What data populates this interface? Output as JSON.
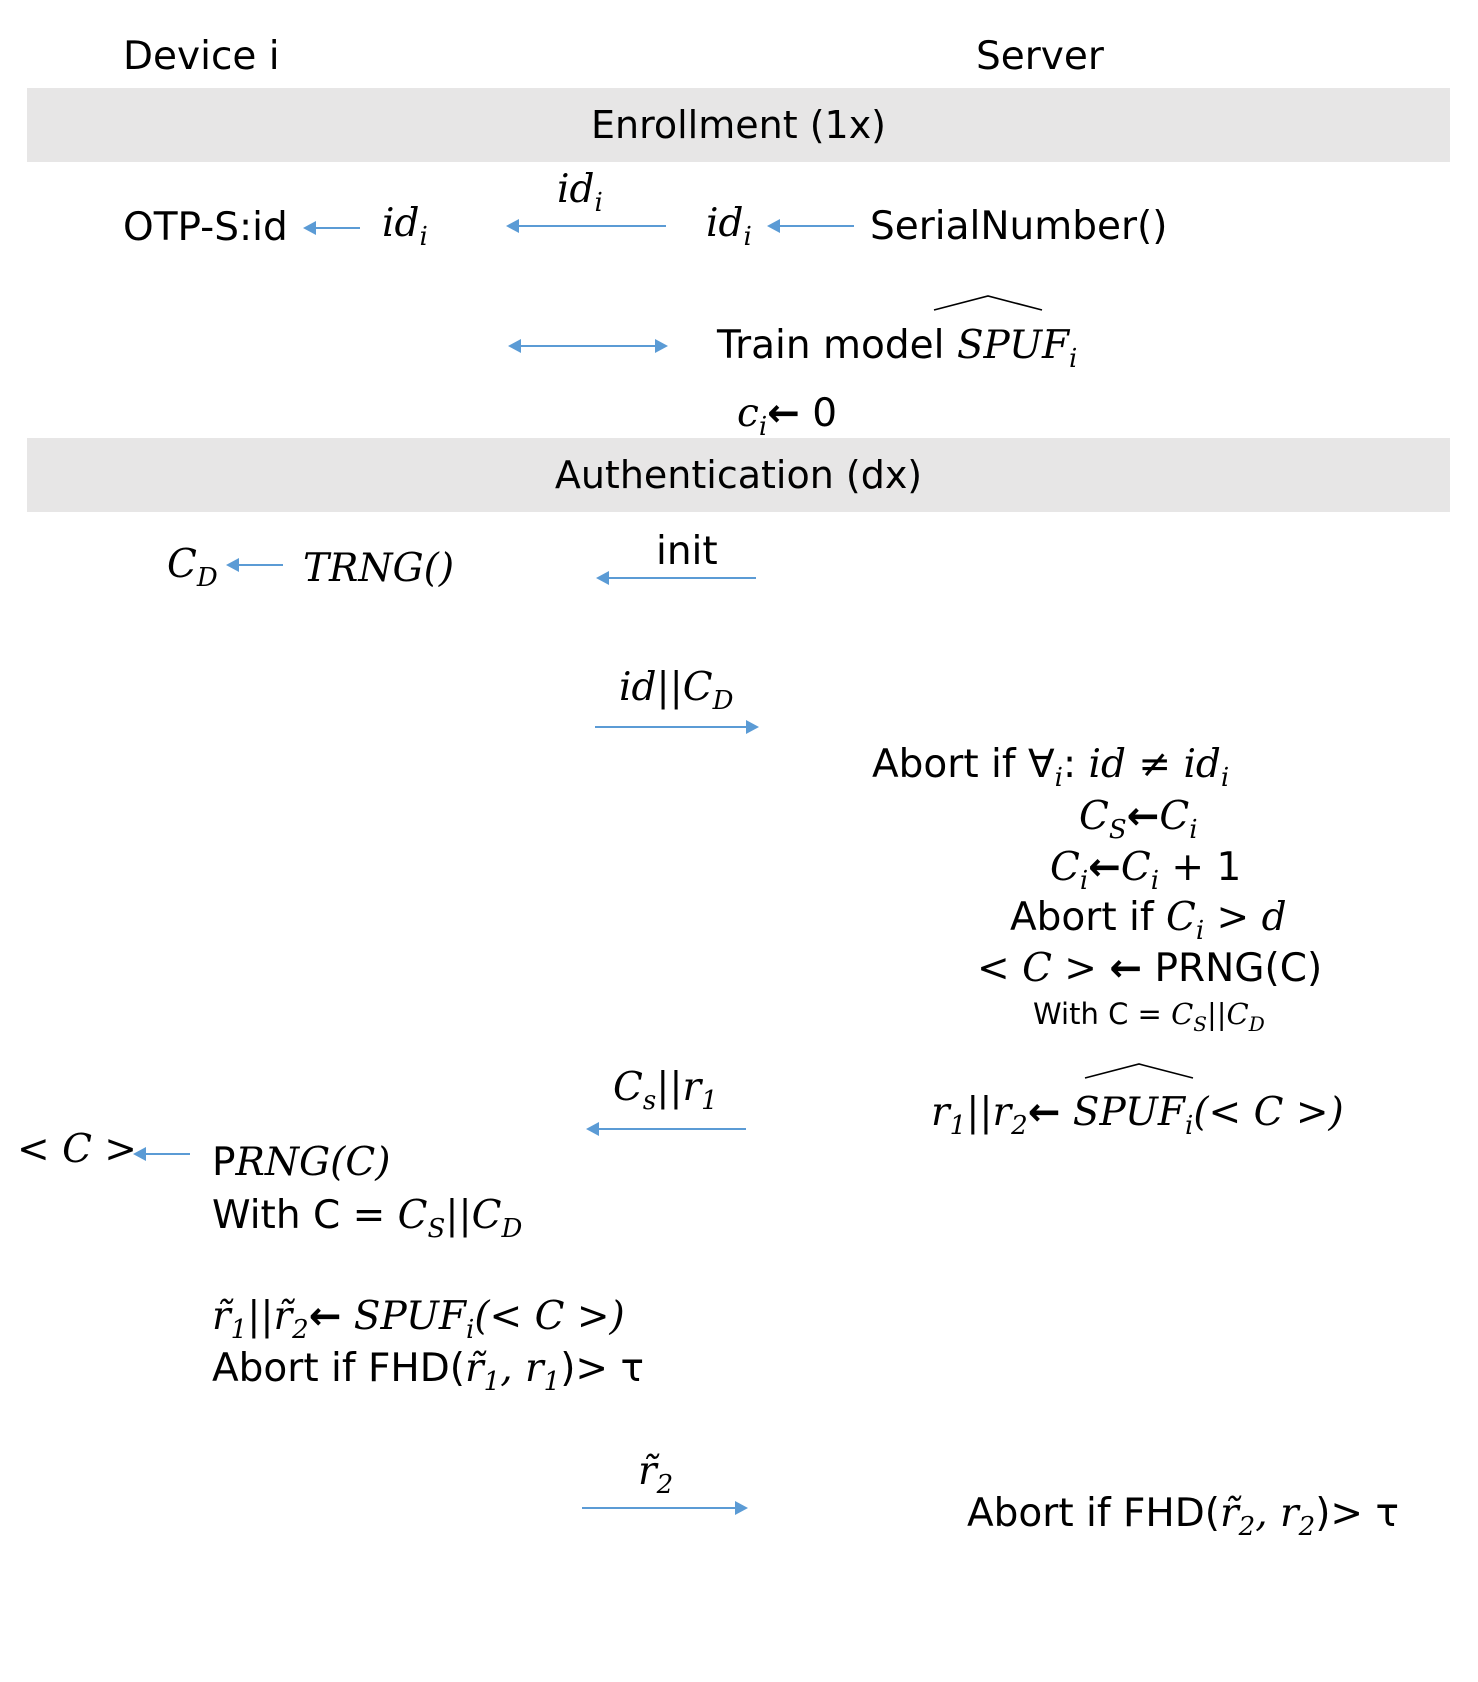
{
  "header": {
    "device_label": "Device i",
    "server_label": "Server"
  },
  "enrollment": {
    "title": "Enrollment (1x)",
    "otp_label": "OTP-S:id",
    "device_id": "id_i",
    "message": "id_i",
    "server_id": "id_i",
    "serial_fn": "SerialNumber()",
    "train_prefix": "Train model",
    "train_model": "SPUF_i",
    "counter_init": "c_i ← 0"
  },
  "authentication": {
    "title": "Authentication (dx)",
    "cd": "C_D",
    "trng": "TRNG()",
    "init_msg": "init",
    "id_cd_msg": "id||C_D",
    "server_steps": [
      "Abort if ∀_i: id ≠ id_i",
      "C_S ← C_i",
      "C_i ← C_i + 1",
      "Abort if C_i > d",
      "< C > ← PRNG(C)"
    ],
    "with_c_small": "With C = C_S||C_D",
    "cs_r1_msg": "C_s||r_1",
    "server_resp": "r_1||r_2 ← SPUF_i(< C >)",
    "device_c": "< C >",
    "device_prng": "PRNG(C)",
    "device_with_c": "With C = C_S||C_D",
    "device_resp": "r̃_1||r̃_2 ← SPUF_i(< C >)",
    "device_abort": "Abort if FHD(r̃_1, r_1)> τ",
    "r2_msg": "r̃_2",
    "server_final": "Abort if FHD(r̃_2, r_2)> τ"
  }
}
